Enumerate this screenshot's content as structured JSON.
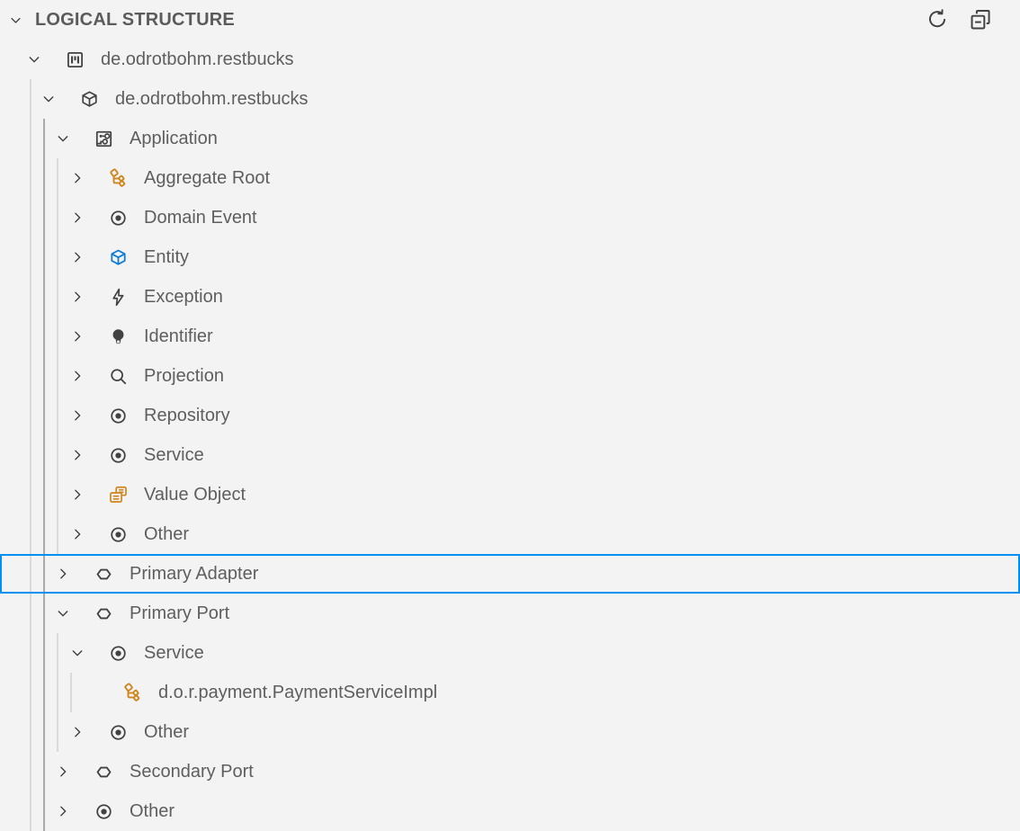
{
  "panel": {
    "title": "LOGICAL STRUCTURE",
    "collapsed": false,
    "toolbar": [
      {
        "icon": "refresh-icon"
      },
      {
        "icon": "collapse-all-icon"
      }
    ]
  },
  "colors": {
    "background": "#f3f3f3",
    "text": "#5e5e5e",
    "header_text": "#5b5b5b",
    "icon_gray": "#424242",
    "accent_orange": "#ce851b",
    "accent_blue": "#0d7cd6",
    "focus_border": "#0090f1",
    "indent_guide": "#dadada",
    "indent_guide_active": "#a9a9a9"
  },
  "tree": {
    "items": [
      {
        "label": "de.odrotbohm.restbucks",
        "level": 1,
        "icon": "project",
        "state": "expanded",
        "selected": false
      },
      {
        "label": "de.odrotbohm.restbucks",
        "level": 2,
        "icon": "package",
        "state": "expanded",
        "selected": false
      },
      {
        "label": "Application",
        "level": 3,
        "icon": "application",
        "state": "expanded",
        "selected": false
      },
      {
        "label": "Aggregate Root",
        "level": 4,
        "icon": "aggregate-root",
        "state": "collapsed",
        "selected": false
      },
      {
        "label": "Domain Event",
        "level": 4,
        "icon": "record",
        "state": "collapsed",
        "selected": false
      },
      {
        "label": "Entity",
        "level": 4,
        "icon": "entity",
        "state": "collapsed",
        "selected": false
      },
      {
        "label": "Exception",
        "level": 4,
        "icon": "zap",
        "state": "collapsed",
        "selected": false
      },
      {
        "label": "Identifier",
        "level": 4,
        "icon": "lightbulb",
        "state": "collapsed",
        "selected": false
      },
      {
        "label": "Projection",
        "level": 4,
        "icon": "search",
        "state": "collapsed",
        "selected": false
      },
      {
        "label": "Repository",
        "level": 4,
        "icon": "record",
        "state": "collapsed",
        "selected": false
      },
      {
        "label": "Service",
        "level": 4,
        "icon": "record",
        "state": "collapsed",
        "selected": false
      },
      {
        "label": "Value Object",
        "level": 4,
        "icon": "value-object",
        "state": "collapsed",
        "selected": false
      },
      {
        "label": "Other",
        "level": 4,
        "icon": "record",
        "state": "collapsed",
        "selected": false
      },
      {
        "label": "Primary Adapter",
        "level": 3,
        "icon": "hexagon",
        "state": "collapsed",
        "selected": true
      },
      {
        "label": "Primary Port",
        "level": 3,
        "icon": "hexagon",
        "state": "expanded",
        "selected": false
      },
      {
        "label": "Service",
        "level": 4,
        "icon": "record",
        "state": "expanded",
        "selected": false
      },
      {
        "label": "d.o.r.payment.PaymentServiceImpl",
        "level": 5,
        "icon": "aggregate-root",
        "state": "leaf",
        "selected": false
      },
      {
        "label": "Other",
        "level": 4,
        "icon": "record",
        "state": "collapsed",
        "selected": false
      },
      {
        "label": "Secondary Port",
        "level": 3,
        "icon": "hexagon",
        "state": "collapsed",
        "selected": false
      },
      {
        "label": "Other",
        "level": 3,
        "icon": "record",
        "state": "collapsed",
        "selected": false
      }
    ]
  }
}
